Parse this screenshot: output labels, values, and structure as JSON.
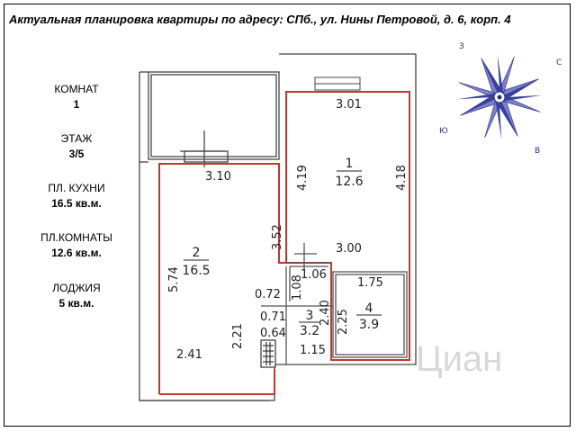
{
  "title": "Актуальная планировка квартиры по адресу: СПб., ул. Нины Петровой, д. 6, корп. 4",
  "info": [
    {
      "label": "КОМНАТ",
      "value": "1"
    },
    {
      "label": "ЭТАЖ",
      "value": "3/5"
    },
    {
      "label": "ПЛ. КУХНИ",
      "value": "16.5 кв.м."
    },
    {
      "label": "ПЛ.КОМНАТЫ",
      "value": "12.6 кв.м."
    },
    {
      "label": "ЛОДЖИЯ",
      "value": "5 кв.м."
    }
  ],
  "compass": {
    "north": "С",
    "east": "В",
    "south": "Ю",
    "west": "З"
  },
  "rooms": {
    "room1": {
      "number": "1",
      "area": "12.6"
    },
    "room2": {
      "number": "2",
      "area": "16.5"
    },
    "room3": {
      "number": "3",
      "area": "3.2"
    },
    "room4": {
      "number": "4",
      "area": "3.9"
    }
  },
  "dimensions": {
    "room1_top": "3.01",
    "room1_left": "4.19",
    "room1_right": "4.18",
    "room1_bottom": "3.00",
    "room2_top": "3.10",
    "room2_side": "3.52",
    "room2_left": "5.74",
    "room2_lower": "2.21",
    "room2_bottom": "2.41",
    "corridor_top": "1.06",
    "corridor_side": "1.08",
    "corridor_mid": "2.40",
    "nook_a": "0.72",
    "nook_b": "0.71",
    "nook_c": "0.64",
    "bath_bottom": "1.15",
    "bath_side": "2.25",
    "bath_top": "1.75"
  },
  "watermark": "Циан"
}
